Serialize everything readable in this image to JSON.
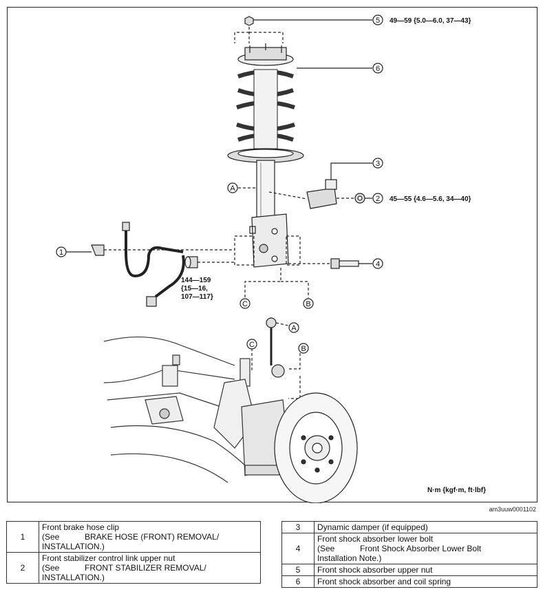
{
  "diagram": {
    "torque_labels": {
      "item5": "49—59 {5.0—6.0, 37—43}",
      "item2": "45—55 {4.6—5.6, 34—40}",
      "lower_line1": "144—159",
      "lower_line2": "{15—16,",
      "lower_line3": "107—117}"
    },
    "callout_numbers": [
      "1",
      "2",
      "3",
      "4",
      "5",
      "6"
    ],
    "reference_letters": {
      "a": "A",
      "b": "B",
      "c": "C"
    },
    "units": "N·m {kgf·m, ft·lbf}",
    "image_code": "am3uuw0001102"
  },
  "legend": {
    "left": [
      {
        "num": "1",
        "text": "Front brake hose clip\n(See           BRAKE HOSE (FRONT) REMOVAL/\nINSTALLATION.)"
      },
      {
        "num": "2",
        "text": "Front stabilizer control link upper nut\n(See           FRONT STABILIZER REMOVAL/\nINSTALLATION.)"
      }
    ],
    "right": [
      {
        "num": "3",
        "text": "Dynamic damper (if equipped)"
      },
      {
        "num": "4",
        "text": "Front shock absorber lower bolt\n(See           Front Shock Absorber Lower Bolt\nInstallation Note.)"
      },
      {
        "num": "5",
        "text": "Front shock absorber upper nut"
      },
      {
        "num": "6",
        "text": "Front shock absorber and coil spring"
      }
    ]
  }
}
